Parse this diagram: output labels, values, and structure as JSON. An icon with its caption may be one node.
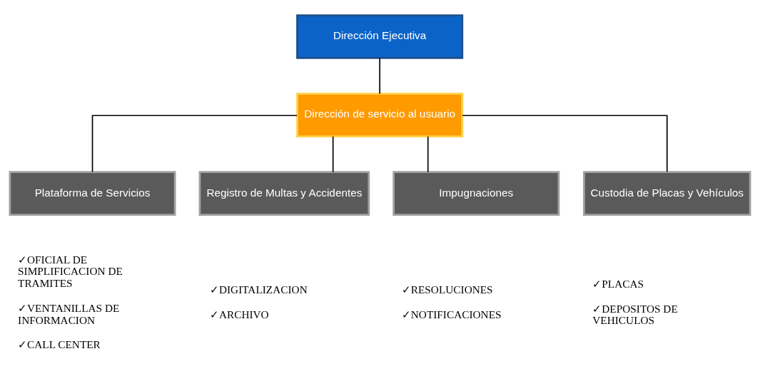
{
  "diagram": {
    "nodes": [
      {
        "text": [
          "Dirección Ejecutiva"
        ]
      },
      {
        "text": [
          "Dirección de servicio al usuario"
        ]
      },
      {
        "text": [
          "Plataforma de Servicios"
        ],
        "beside": [
          "✓OFICIAL DE SIMPLIFICACION DE TRAMITES",
          "✓VENTANILLAS DE INFORMACION",
          "✓CALL CENTER"
        ]
      },
      {
        "text": [
          "Registro de Multas y Accidentes"
        ],
        "beside": [
          "✓DIGITALIZACION",
          "✓ARCHIVO"
        ]
      },
      {
        "text": [
          "Impugnaciones"
        ],
        "beside": [
          "✓RESOLUCIONES",
          "✓NOTIFICACIONES"
        ]
      },
      {
        "text": [
          "Custodia de Placas y Vehículos"
        ],
        "beside": [
          "✓PLACAS",
          "✓DEPOSITOS DE VEHICULOS"
        ]
      }
    ],
    "edges": [
      {
        "from": 0,
        "to": 1,
        "arrow": "none"
      },
      {
        "from": 1,
        "to": 2,
        "arrow": "none"
      },
      {
        "from": 1,
        "to": 3,
        "arrow": "none"
      },
      {
        "from": 1,
        "to": 4,
        "arrow": "none"
      },
      {
        "from": 1,
        "to": 5,
        "arrow": "none"
      }
    ]
  }
}
